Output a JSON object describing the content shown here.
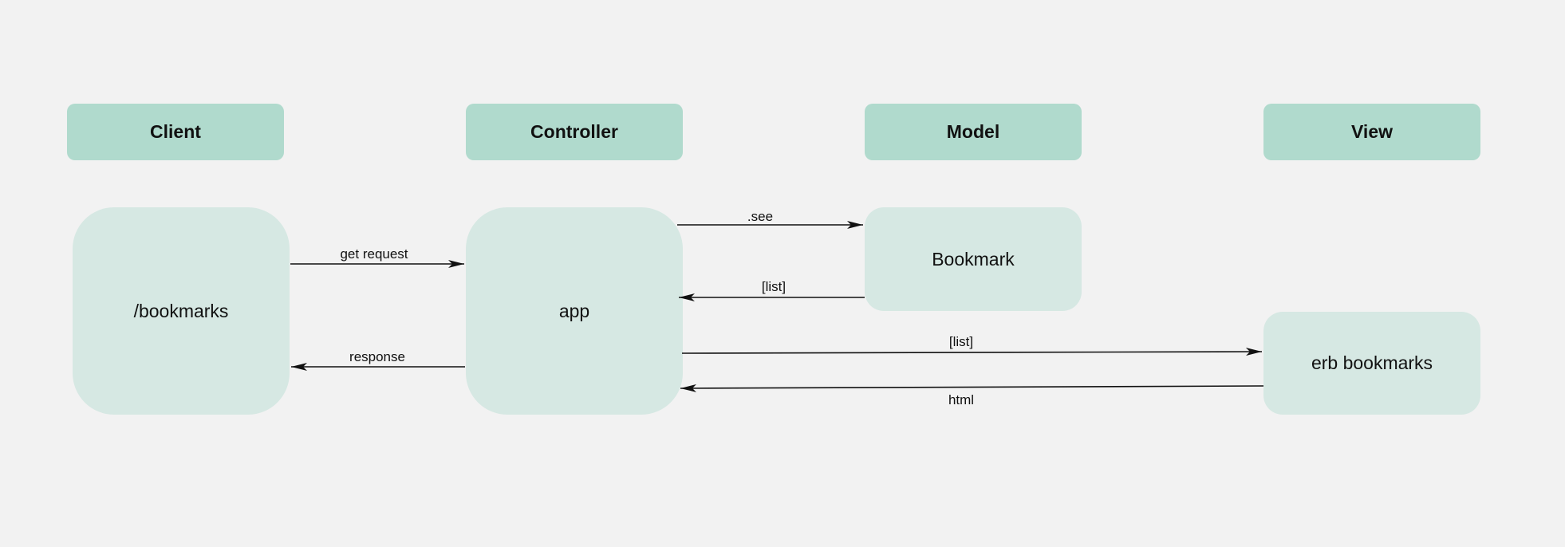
{
  "lanes": {
    "client": "Client",
    "controller": "Controller",
    "model": "Model",
    "view": "View"
  },
  "nodes": {
    "bookmarks_route": "/bookmarks",
    "app": "app",
    "bookmark_model": "Bookmark",
    "erb_bookmarks": "erb bookmarks"
  },
  "edges": {
    "get_request": "get request",
    "response": "response",
    "see": ".see",
    "list_from_model": "[list]",
    "list_to_view": "[list]",
    "html": "html"
  }
}
